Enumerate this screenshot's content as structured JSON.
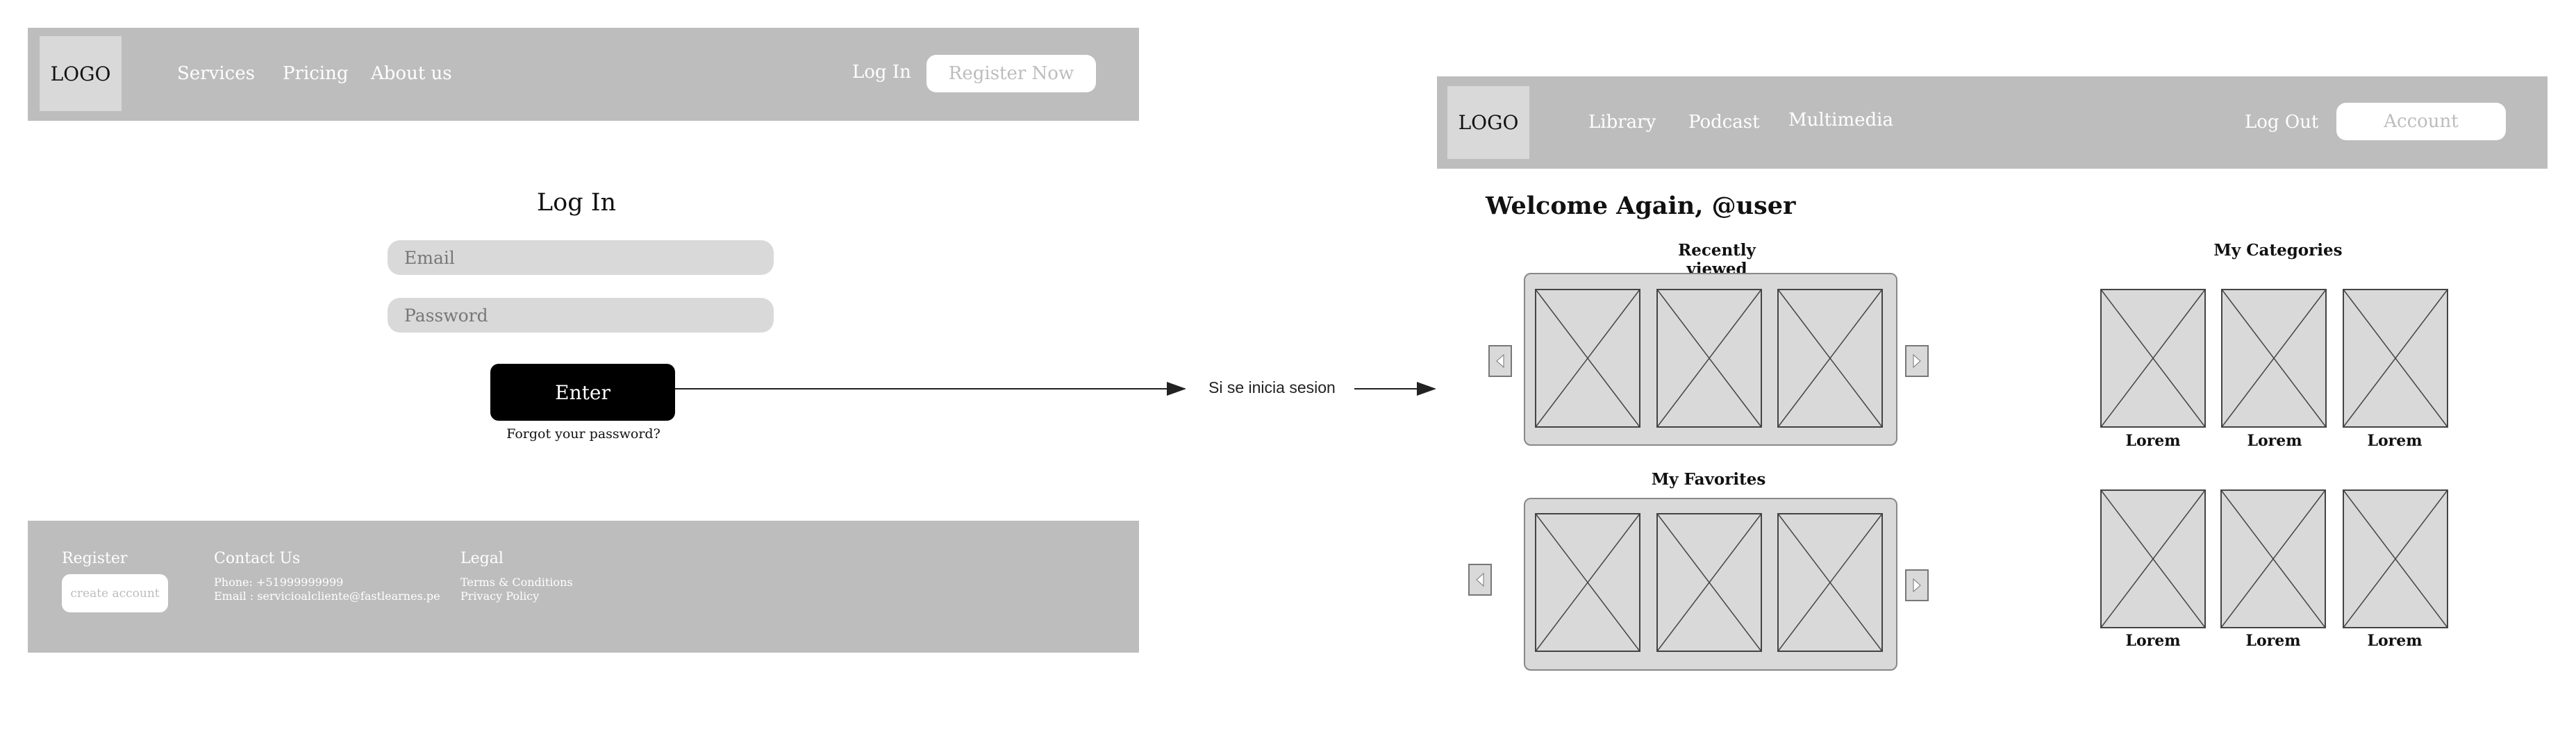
{
  "login": {
    "logo": "LOGO",
    "nav": [
      "Services",
      "Pricing",
      "About us"
    ],
    "login_link": "Log In",
    "register_button": "Register Now",
    "title": "Log In",
    "email_placeholder": "Email",
    "password_placeholder": "Password",
    "enter_button": "Enter",
    "forgot": "Forgot your password?",
    "footer": {
      "register_heading": "Register",
      "create_account": "create account",
      "contact_heading": "Contact Us",
      "phone": "Phone: +51999999999",
      "email": "Email : servicioalcliente@fastlearnes.pe",
      "legal_heading": "Legal",
      "terms": "Terms & Conditions",
      "privacy": "Privacy Policy"
    }
  },
  "connector": {
    "label": "Si se inicia sesion"
  },
  "dashboard": {
    "logo": "LOGO",
    "nav": [
      "Library",
      "Podcast",
      "Multimedia"
    ],
    "logout": "Log Out",
    "account_button": "Account",
    "welcome": "Welcome Again, @user",
    "recently_viewed": "Recently viewed",
    "my_favorites": "My Favorites",
    "my_categories": "My Categories",
    "category_captions": [
      "Lorem",
      "Lorem",
      "Lorem",
      "Lorem",
      "Lorem",
      "Lorem"
    ]
  }
}
